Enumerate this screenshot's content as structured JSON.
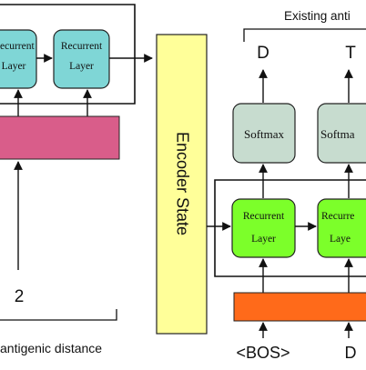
{
  "left": {
    "rnn_label_1_line1": "Recurrent",
    "rnn_label_1_line2": "Layer",
    "rnn_label_2_line1": "Recurrent",
    "rnn_label_2_line2": "Layer",
    "input_token": "2",
    "caption": "antigenic distance"
  },
  "encoder": {
    "label": "Encoder State"
  },
  "right": {
    "caption": "Existing anti",
    "out_token_1": "D",
    "out_token_2": "T",
    "softmax_1": "Softmax",
    "softmax_2": "Softma",
    "rnn_label_1_line1": "Recurrent",
    "rnn_label_1_line2": "Layer",
    "rnn_label_2_line1": "Recurre",
    "rnn_label_2_line2": "Laye",
    "in_token_1": "<BOS>",
    "in_token_2": "D"
  },
  "colors": {
    "recurrent_left": "#7fd6d6",
    "recurrent_right": "#7cff2a",
    "softmax": "#c7dccf",
    "embedding_left": "#d95d8a",
    "embedding_right": "#ff6a1a",
    "encoder": "#ffff99"
  }
}
